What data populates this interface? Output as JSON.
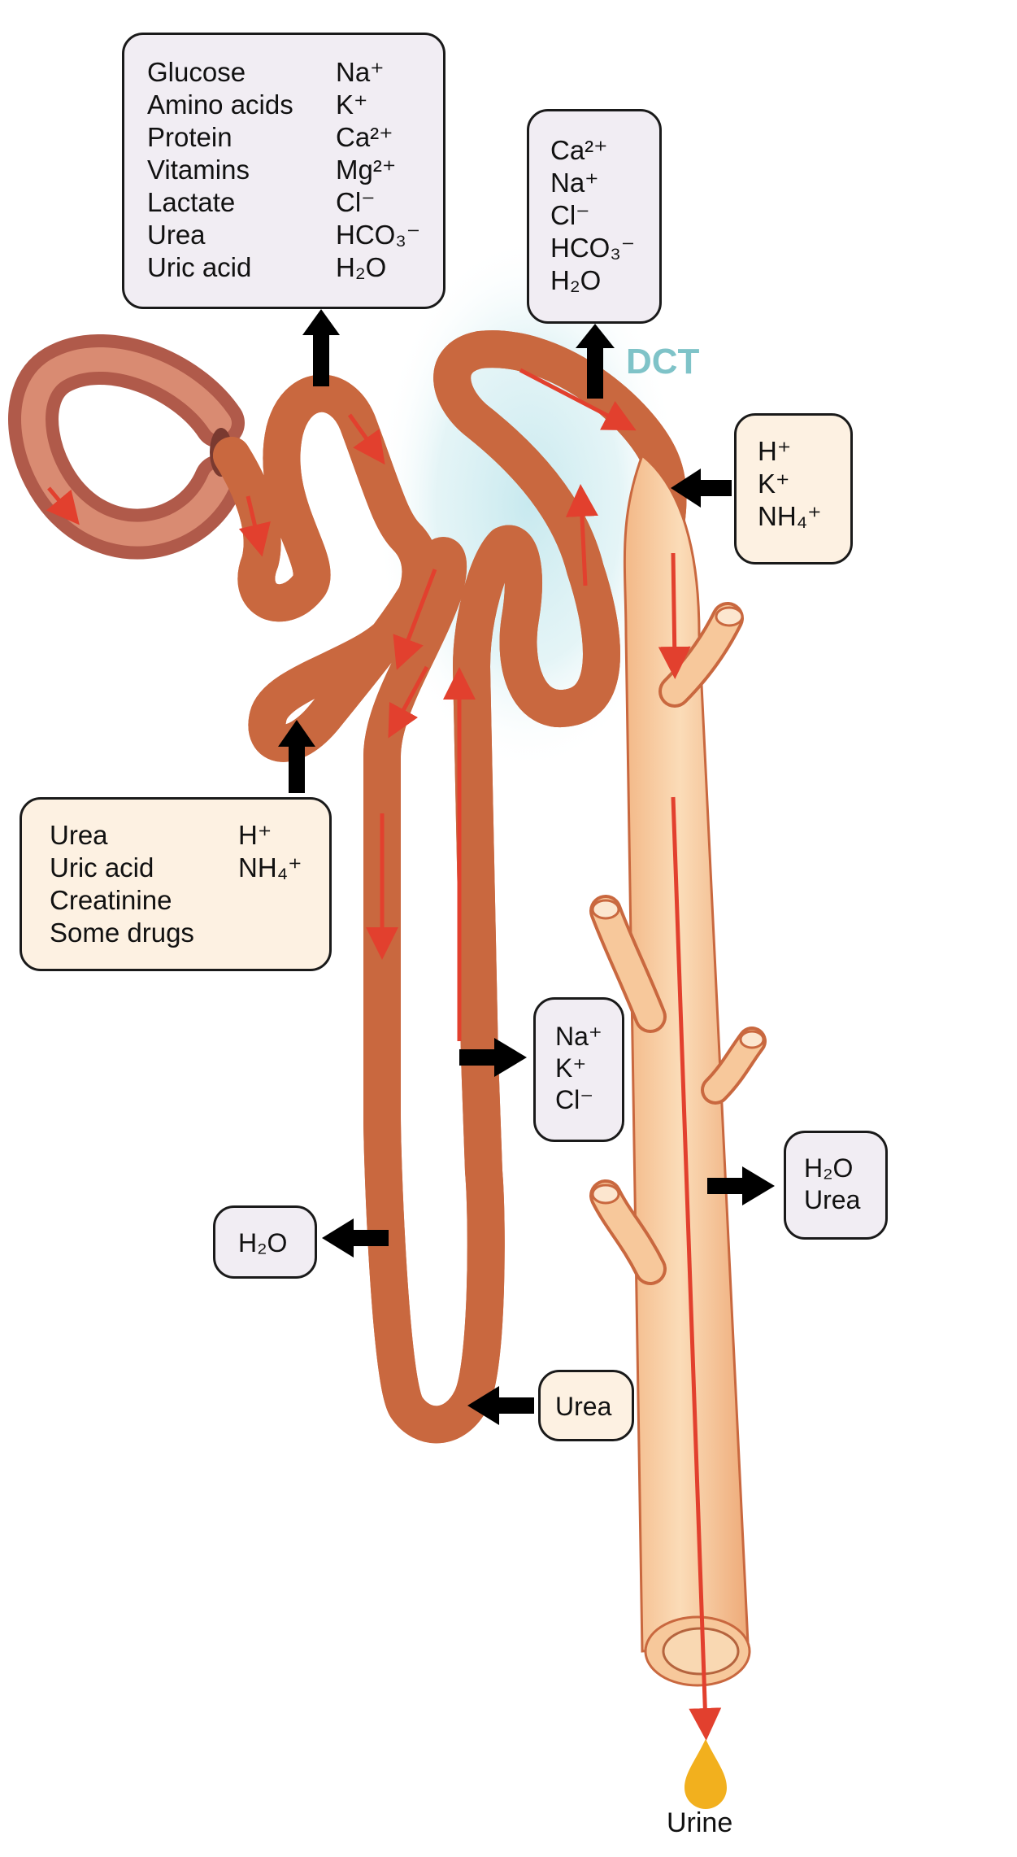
{
  "labels": {
    "dct": "DCT",
    "urine": "Urine"
  },
  "boxes": {
    "pct_reabsorption": {
      "left_items": [
        "Glucose",
        "Amino acids",
        "Protein",
        "Vitamins",
        "Lactate",
        "Urea",
        "Uric acid"
      ],
      "right_items": [
        "Na⁺",
        "K⁺",
        "Ca²⁺",
        "Mg²⁺",
        "Cl⁻",
        "HCO₃⁻",
        "H₂O"
      ]
    },
    "dct_reabsorption": {
      "items": [
        "Ca²⁺",
        "Na⁺",
        "Cl⁻",
        "HCO₃⁻",
        "H₂O"
      ]
    },
    "collecting_duct_secretion": {
      "items": [
        "H⁺",
        "K⁺",
        "NH₄⁺"
      ]
    },
    "pct_secretion": {
      "left_items": [
        "Urea",
        "Uric acid",
        "Creatinine",
        "Some drugs"
      ],
      "right_items": [
        "H⁺",
        "NH₄⁺"
      ]
    },
    "ascending_limb_reabsorption": {
      "items": [
        "Na⁺",
        "K⁺",
        "Cl⁻"
      ]
    },
    "collecting_duct_reabsorption": {
      "items": [
        "H₂O",
        "Urea"
      ]
    },
    "descending_limb_reabsorption": {
      "items": [
        "H₂O"
      ]
    },
    "loop_secretion": {
      "items": [
        "Urea"
      ]
    }
  },
  "colors": {
    "tubule_fill": "#f7c89b",
    "tubule_outline": "#c9683f",
    "capsule": "#b05a4a",
    "flow_arrow": "#e2402e",
    "dct_glow": "#c5e8ee",
    "dct_label": "#7fc3c8",
    "urine_drop": "#f2b01e",
    "box_purple": "#f1edf3",
    "box_cream": "#fdf1e2",
    "transport_arrow": "#000000"
  }
}
